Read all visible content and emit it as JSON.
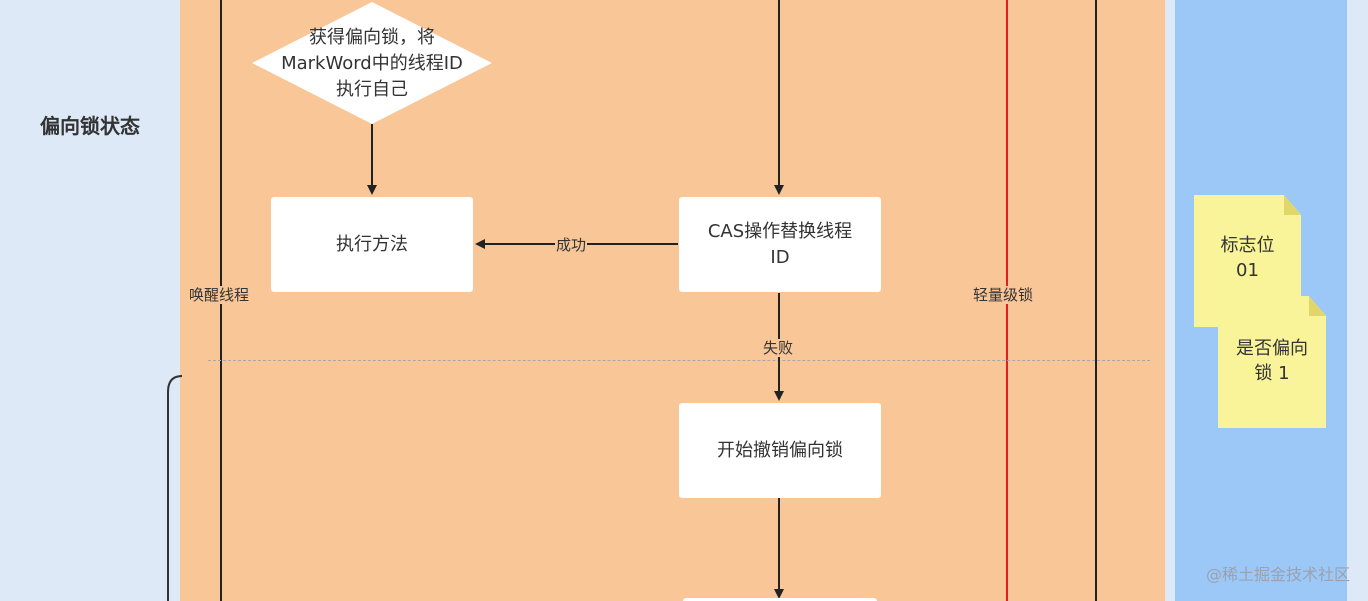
{
  "lane": {
    "title": "偏向锁状态"
  },
  "nodes": {
    "decision": {
      "line1": "获得偏向锁，将",
      "line2": "MarkWord中的线程ID",
      "line3": "执行自己"
    },
    "execute": {
      "label": "执行方法"
    },
    "cas": {
      "line1": "CAS操作替换线程",
      "line2": "ID"
    },
    "revoke": {
      "label": "开始撤销偏向锁"
    }
  },
  "edges": {
    "success": "成功",
    "fail": "失败"
  },
  "side_labels": {
    "wake": "唤醒线程",
    "lightweight": "轻量级锁"
  },
  "notes": {
    "flag": {
      "line1": "标志位",
      "line2": "01"
    },
    "biased": {
      "line1": "是否偏向",
      "line2": "锁 1"
    }
  },
  "colors": {
    "lane_bg": "#dde9f7",
    "flow_bg": "#f9c698",
    "right_panel": "#9cc8f7",
    "red_line": "#e02020",
    "note": "#f9f49a"
  },
  "watermark": "@稀土掘金技术社区"
}
